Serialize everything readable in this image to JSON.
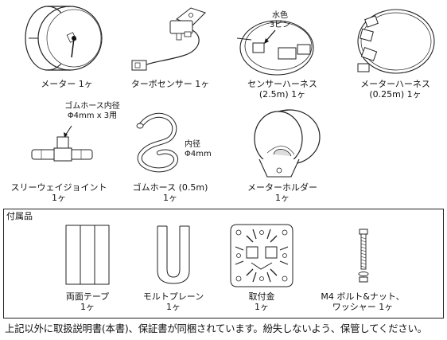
{
  "items": [
    {
      "name": "メーター",
      "qty": "1ヶ"
    },
    {
      "name": "ターボセンサー",
      "qty": "1ヶ"
    },
    {
      "name": "センサーハーネス",
      "qty": "(2.5m) 1ヶ"
    },
    {
      "name": "メーターハーネス",
      "qty": "(0.25m) 1ヶ"
    },
    {
      "name": "スリーウェイジョイント",
      "qty": "1ヶ"
    },
    {
      "name": "ゴムホース (0.5m)",
      "qty": "1ヶ"
    },
    {
      "name": "メーターホルダー",
      "qty": "1ヶ"
    }
  ],
  "annotations": {
    "harness_color_line1": "水色",
    "harness_color_line2": "3ピン",
    "joint_note_line1": "ゴムホース内径",
    "joint_note_line2": "Φ4mm x 3用",
    "hose_note_line1": "内径",
    "hose_note_line2": "Φ4mm"
  },
  "accessories": {
    "title": "付属品",
    "items": [
      {
        "name": "両面テープ",
        "qty": "1ヶ"
      },
      {
        "name": "モルトプレーン",
        "qty": "1ヶ"
      },
      {
        "name": "取付金",
        "qty": "1ヶ"
      },
      {
        "name": "M4 ボルト&ナット、",
        "qty": "ワッシャー 1ヶ"
      }
    ]
  },
  "footnote": "上記以外に取扱説明書(本書)、保証書が同梱されています。紛失しないよう、保管してください。"
}
